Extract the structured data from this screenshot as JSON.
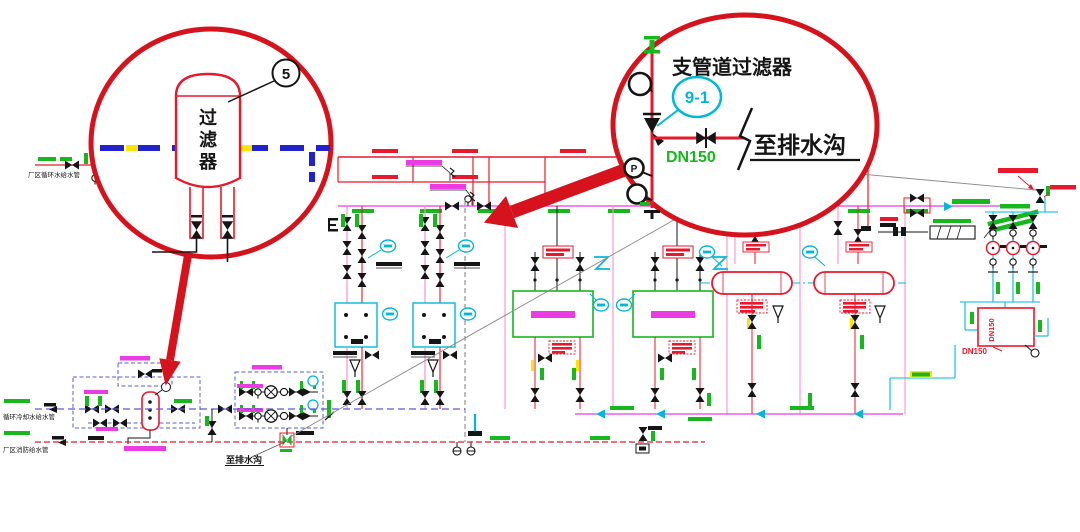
{
  "callout_left": {
    "balloon": "5",
    "label_lines": [
      "过",
      "滤",
      "器"
    ]
  },
  "callout_right": {
    "title": "支管道过滤器",
    "tag": "9-1",
    "pipe_size": "DN150",
    "destination": "至排水沟",
    "gauge_letter": "P"
  },
  "plan": {
    "tank_side_label": "DN150",
    "tank_corner_label": "DN150",
    "drain_note": "至排水沟",
    "pipe_labels": {
      "supply": "厂区循环水给水管",
      "cooling": "循环冷却水给水管",
      "fire": "厂区消防给水管"
    }
  },
  "colors": {
    "callout_red": "#d6131c",
    "pipe_red": "#e8192c",
    "pipe_pink": "#ff8fd0",
    "magenta": "#ea3ce2",
    "green": "#17b81e",
    "cyan": "#00b9d8",
    "blue_dash": "#2222cc",
    "blue_violet_dash": "#5b5bd6",
    "yellow": "#ffe400"
  }
}
